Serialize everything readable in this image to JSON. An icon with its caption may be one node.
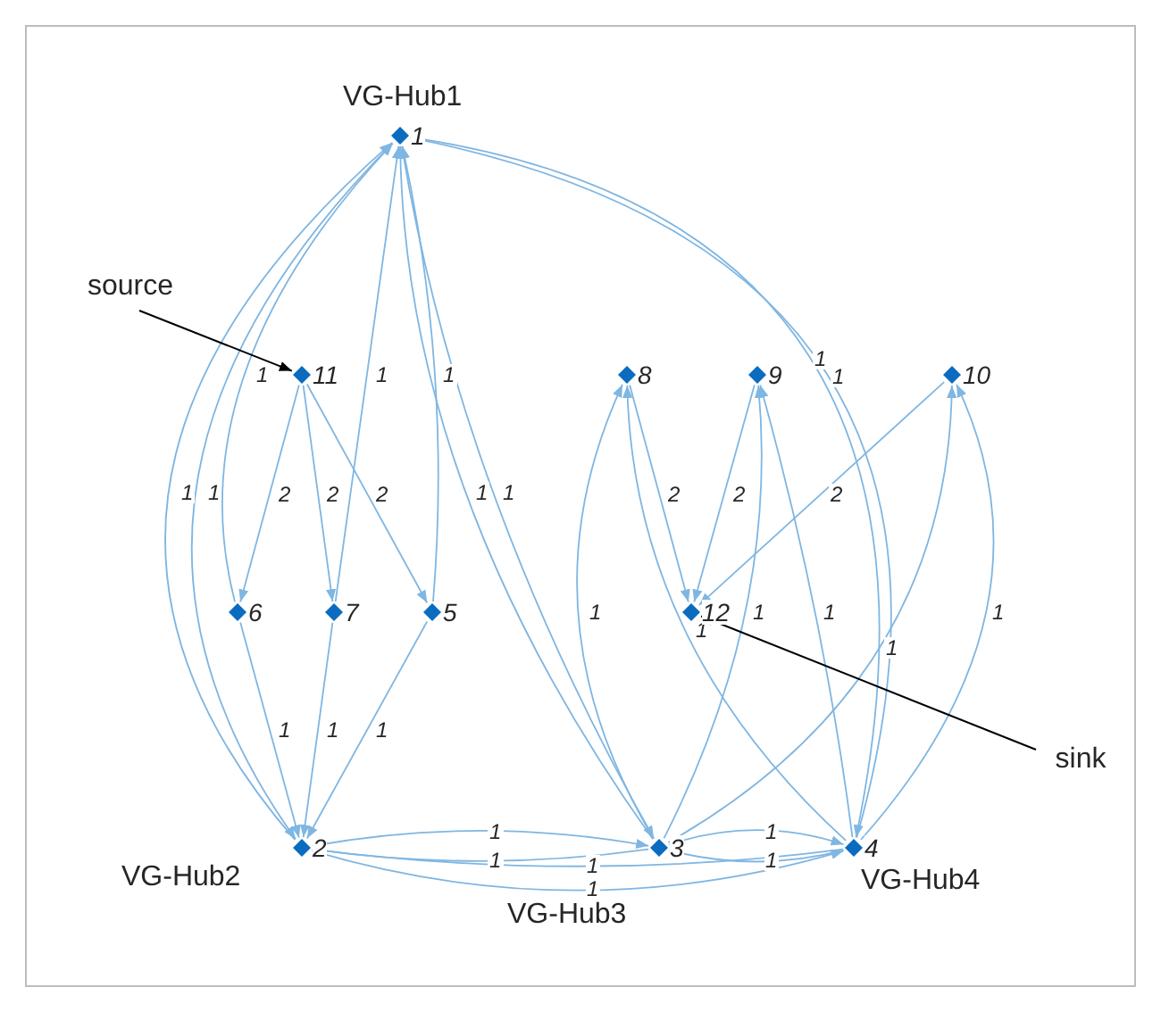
{
  "diagram": {
    "nodes": [
      {
        "text": [
          "1"
        ],
        "beside": [
          "VG-Hub1"
        ]
      },
      {
        "text": [
          "2"
        ],
        "beside": [
          "VG-Hub2"
        ]
      },
      {
        "text": [
          "3"
        ],
        "beside": [
          "VG-Hub3"
        ]
      },
      {
        "text": [
          "4"
        ],
        "beside": [
          "VG-Hub4"
        ]
      },
      {
        "text": [
          "5"
        ]
      },
      {
        "text": [
          "6"
        ]
      },
      {
        "text": [
          "7"
        ]
      },
      {
        "text": [
          "8"
        ]
      },
      {
        "text": [
          "9"
        ]
      },
      {
        "text": [
          "10"
        ]
      },
      {
        "text": [
          "11"
        ]
      },
      {
        "text": [
          "12"
        ]
      },
      {
        "text": [
          "source"
        ]
      },
      {
        "text": [
          "sink"
        ]
      }
    ],
    "edges": [
      {
        "from": 0,
        "to": 1,
        "arrow": "to",
        "label": "1"
      },
      {
        "from": 1,
        "to": 0,
        "arrow": "to",
        "label": "1"
      },
      {
        "from": 5,
        "to": 0,
        "arrow": "to",
        "label": "1"
      },
      {
        "from": 6,
        "to": 0,
        "arrow": "to",
        "label": "1"
      },
      {
        "from": 4,
        "to": 0,
        "arrow": "to",
        "label": "1"
      },
      {
        "from": 2,
        "to": 0,
        "arrow": "to",
        "label": "1"
      },
      {
        "from": 0,
        "to": 2,
        "arrow": "to",
        "label": "1"
      },
      {
        "from": 0,
        "to": 3,
        "arrow": "to",
        "label": "1"
      },
      {
        "from": 3,
        "to": 0,
        "arrow": "to",
        "label": "1"
      },
      {
        "from": 10,
        "to": 5,
        "arrow": "to",
        "label": "2"
      },
      {
        "from": 10,
        "to": 6,
        "arrow": "to",
        "label": "2"
      },
      {
        "from": 10,
        "to": 4,
        "arrow": "to",
        "label": "2"
      },
      {
        "from": 5,
        "to": 1,
        "arrow": "to",
        "label": "1"
      },
      {
        "from": 6,
        "to": 1,
        "arrow": "to",
        "label": "1"
      },
      {
        "from": 4,
        "to": 1,
        "arrow": "to",
        "label": "1"
      },
      {
        "from": 7,
        "to": 11,
        "arrow": "to",
        "label": "2"
      },
      {
        "from": 8,
        "to": 11,
        "arrow": "to",
        "label": "2"
      },
      {
        "from": 9,
        "to": 11,
        "arrow": "to",
        "label": "2"
      },
      {
        "from": 2,
        "to": 7,
        "arrow": "to",
        "label": "1"
      },
      {
        "from": 3,
        "to": 7,
        "arrow": "to",
        "label": "1"
      },
      {
        "from": 2,
        "to": 8,
        "arrow": "to",
        "label": "1"
      },
      {
        "from": 3,
        "to": 8,
        "arrow": "to",
        "label": "1"
      },
      {
        "from": 2,
        "to": 9,
        "arrow": "to",
        "label": "1"
      },
      {
        "from": 3,
        "to": 9,
        "arrow": "to",
        "label": "1"
      },
      {
        "from": 1,
        "to": 2,
        "arrow": "to",
        "label": "1"
      },
      {
        "from": 2,
        "to": 1,
        "arrow": "to",
        "label": "1"
      },
      {
        "from": 2,
        "to": 3,
        "arrow": "to",
        "label": "1"
      },
      {
        "from": 3,
        "to": 2,
        "arrow": "to",
        "label": "1"
      },
      {
        "from": 1,
        "to": 3,
        "arrow": "to",
        "label": "1"
      },
      {
        "from": 3,
        "to": 1,
        "arrow": "to",
        "label": "1"
      },
      {
        "from": 12,
        "to": 10,
        "arrow": "to",
        "color": "#000000"
      },
      {
        "from": 13,
        "to": 11,
        "arrow": "to",
        "color": "#000000"
      }
    ]
  }
}
